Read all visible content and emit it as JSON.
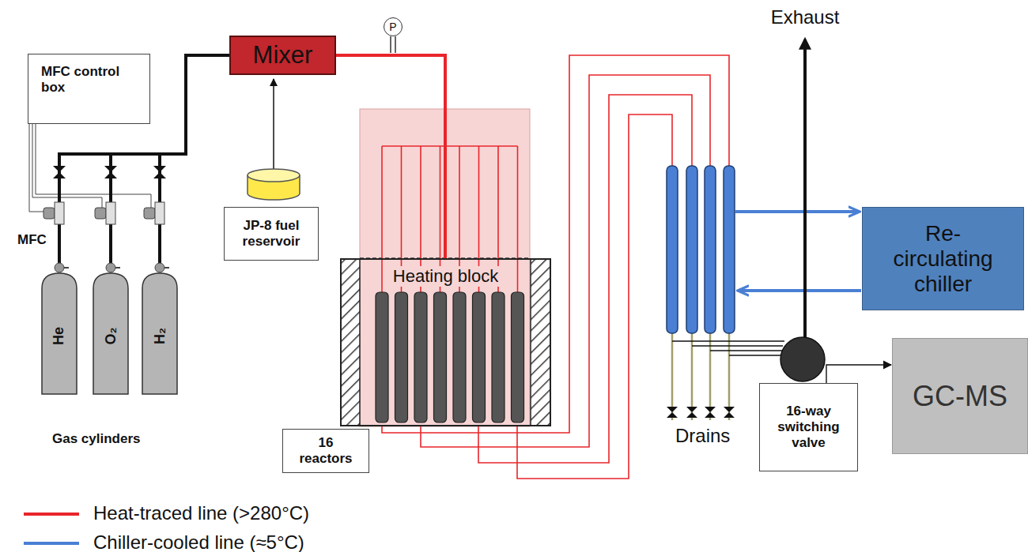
{
  "diagram": {
    "nodes": [
      {
        "text": [
          "MFC control box"
        ]
      },
      {
        "text": [
          "Mixer"
        ]
      },
      {
        "text": [
          "P"
        ]
      },
      {
        "text": [
          "JP-8 fuel reservoir"
        ]
      },
      {
        "text": [
          "Heating block"
        ]
      },
      {
        "text": [
          "16 reactors"
        ]
      },
      {
        "text": [
          "Re- circulating chiller"
        ]
      },
      {
        "text": [
          "He"
        ]
      },
      {
        "text": [
          "O₂"
        ]
      },
      {
        "text": [
          "H₂"
        ]
      },
      {
        "text": [
          "16-way switching valve"
        ]
      },
      {
        "text": [
          "GC-MS"
        ]
      }
    ],
    "edges": [
      {
        "from": 7,
        "to": 1,
        "arrow": "none"
      },
      {
        "from": 8,
        "to": 1,
        "arrow": "none"
      },
      {
        "from": 9,
        "to": 1,
        "arrow": "none"
      },
      {
        "from": 1,
        "to": 4,
        "arrow": "none"
      },
      {
        "from": 10,
        "to": 11,
        "arrow": "to"
      }
    ],
    "labels": [
      "MFC",
      "Gas cylinders",
      "Exhaust",
      "Drains"
    ],
    "legend": [
      {
        "text": "Heat-traced line (>280°C)"
      },
      {
        "text": "Chiller-cooled line (≈5°C)"
      }
    ]
  }
}
